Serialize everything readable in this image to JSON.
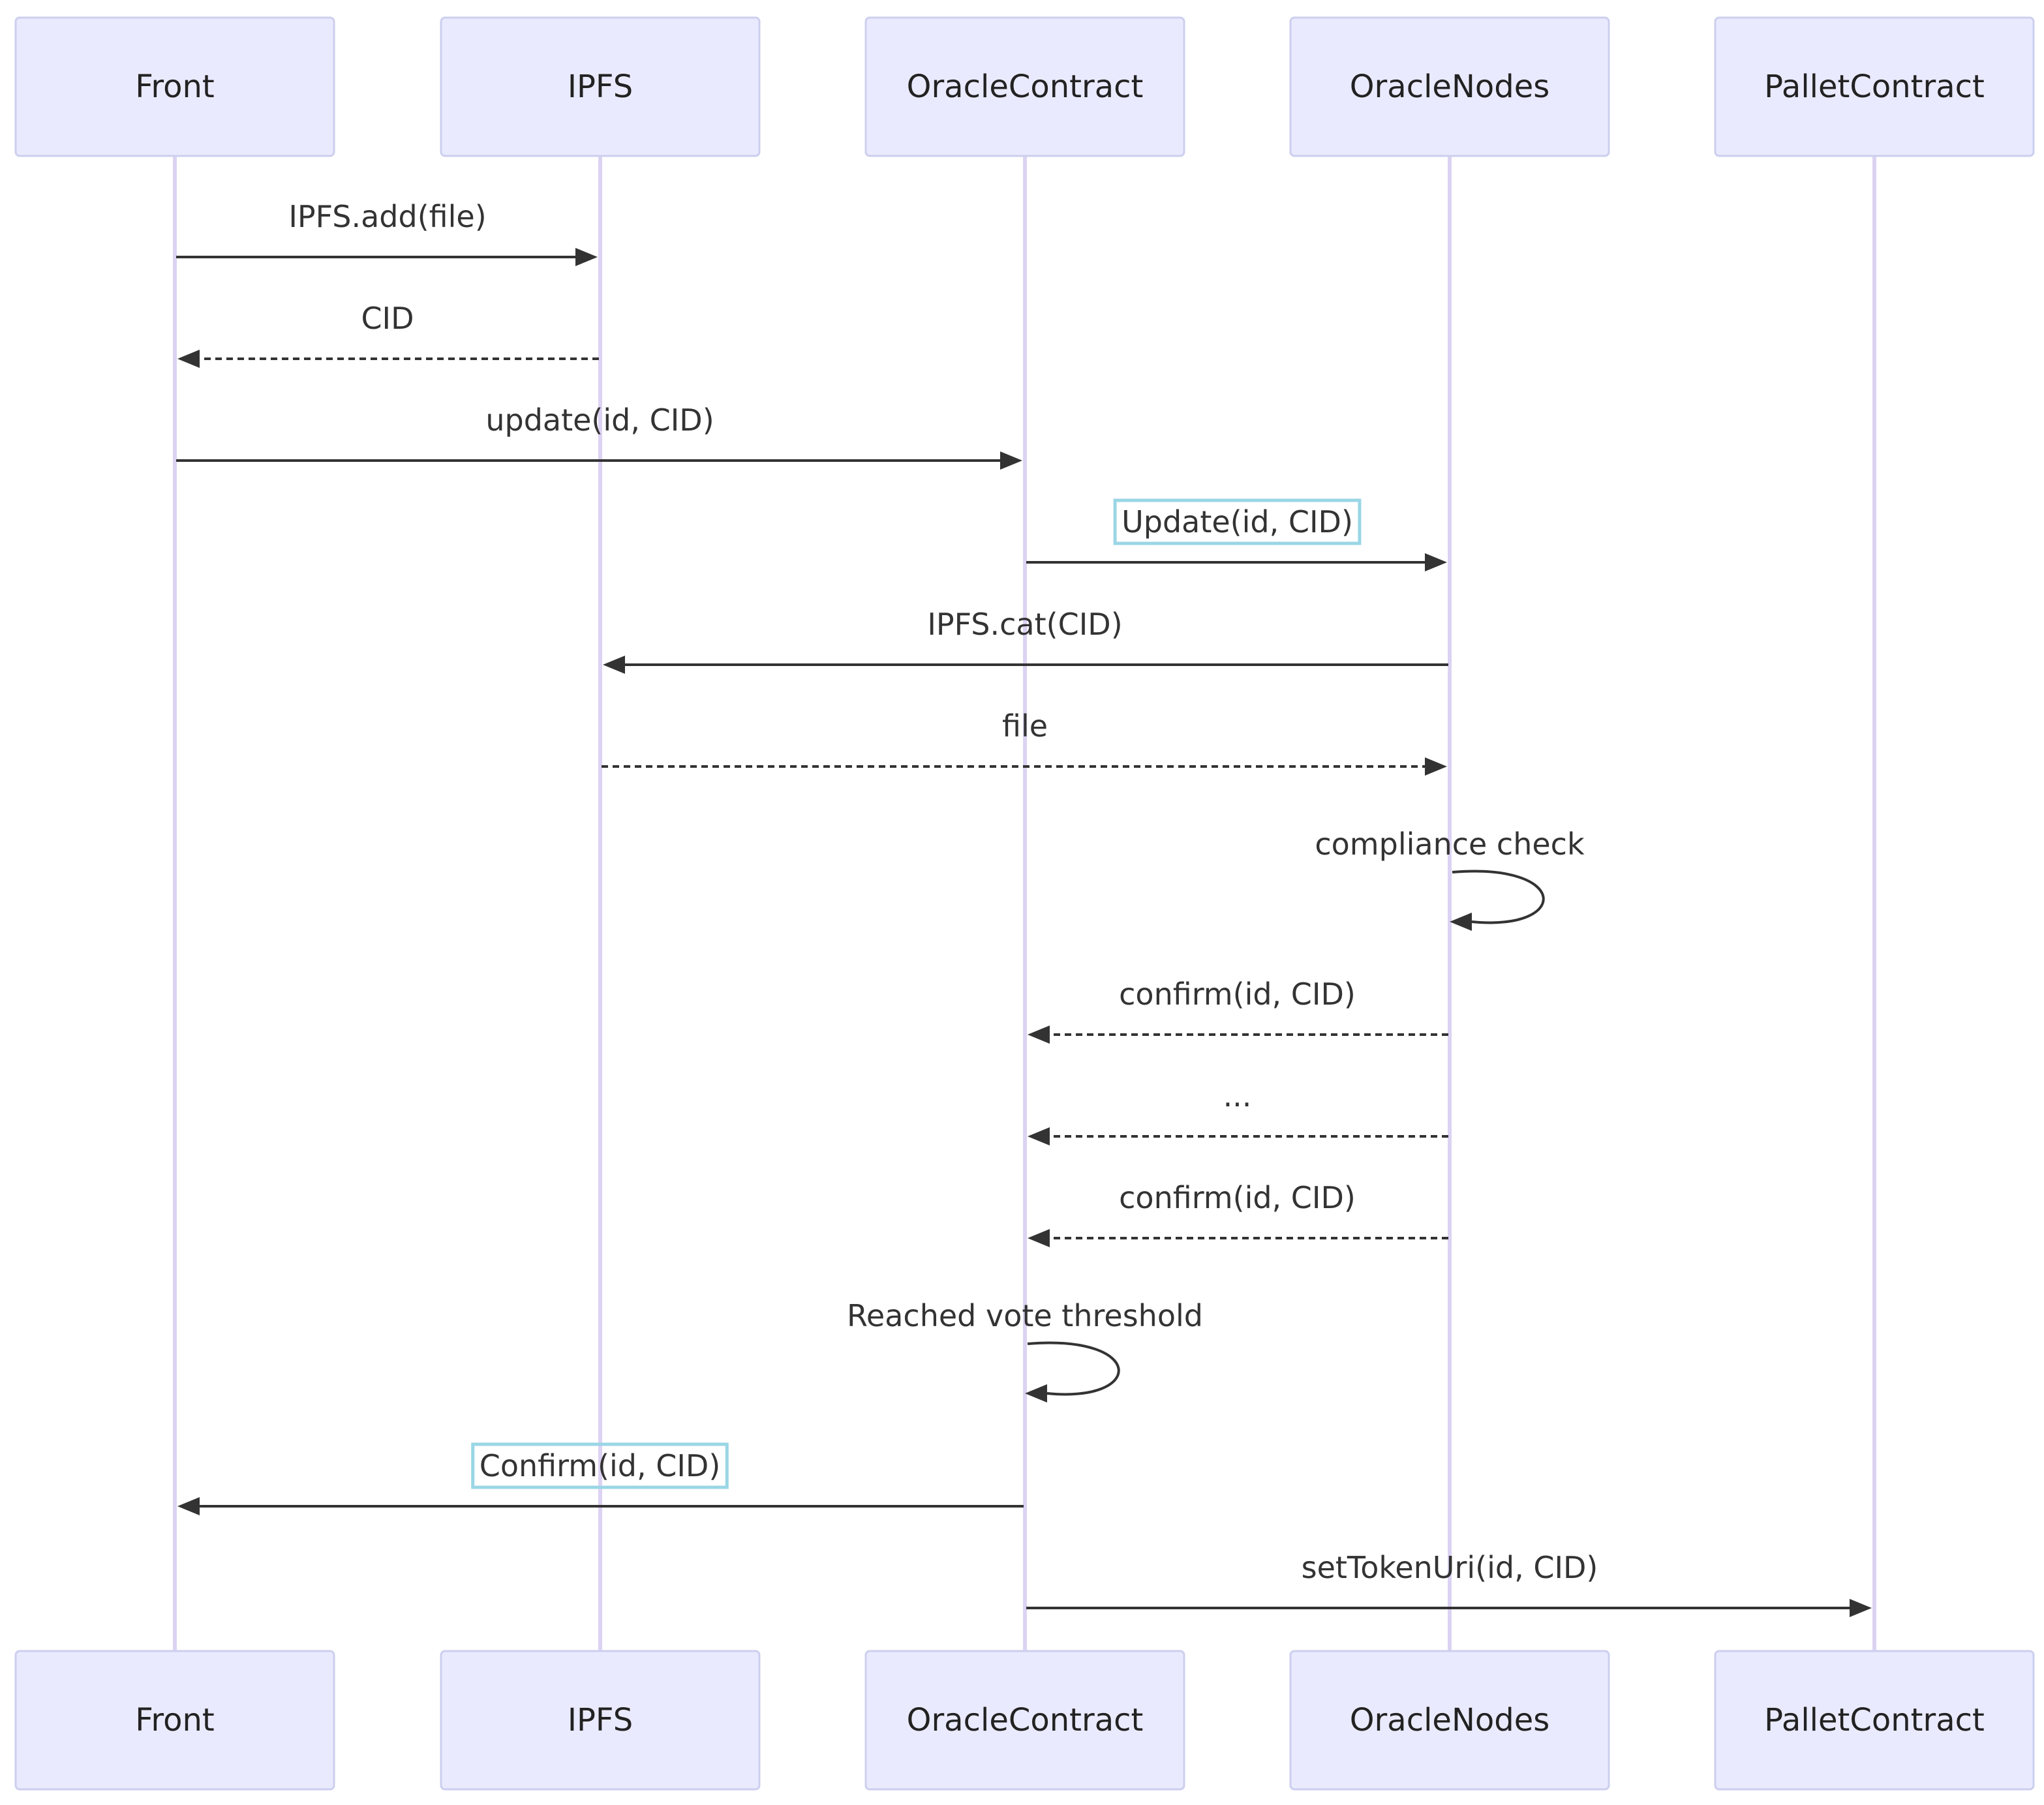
{
  "participants": [
    {
      "id": "front",
      "label": "Front"
    },
    {
      "id": "ipfs",
      "label": "IPFS"
    },
    {
      "id": "oracle_contract",
      "label": "OracleContract"
    },
    {
      "id": "oracle_nodes",
      "label": "OracleNodes"
    },
    {
      "id": "pallet_contract",
      "label": "PalletContract"
    }
  ],
  "messages": [
    {
      "from": "front",
      "to": "ipfs",
      "label": "IPFS.add(file)",
      "style": "solid",
      "framed": false
    },
    {
      "from": "ipfs",
      "to": "front",
      "label": "CID",
      "style": "dashed",
      "framed": false
    },
    {
      "from": "front",
      "to": "oracle_contract",
      "label": "update(id, CID)",
      "style": "solid",
      "framed": false
    },
    {
      "from": "oracle_contract",
      "to": "oracle_nodes",
      "label": "Update(id, CID)",
      "style": "solid",
      "framed": true
    },
    {
      "from": "oracle_nodes",
      "to": "ipfs",
      "label": "IPFS.cat(CID)",
      "style": "solid",
      "framed": false
    },
    {
      "from": "ipfs",
      "to": "oracle_nodes",
      "label": "file",
      "style": "dashed",
      "framed": false
    },
    {
      "from": "oracle_nodes",
      "to": "oracle_nodes",
      "label": "compliance check",
      "style": "solid",
      "framed": false
    },
    {
      "from": "oracle_nodes",
      "to": "oracle_contract",
      "label": "confirm(id, CID)",
      "style": "dashed",
      "framed": false
    },
    {
      "from": "oracle_nodes",
      "to": "oracle_contract",
      "label": "...",
      "style": "dashed",
      "framed": false
    },
    {
      "from": "oracle_nodes",
      "to": "oracle_contract",
      "label": "confirm(id, CID)",
      "style": "dashed",
      "framed": false
    },
    {
      "from": "oracle_contract",
      "to": "oracle_contract",
      "label": "Reached vote threshold",
      "style": "solid",
      "framed": false
    },
    {
      "from": "oracle_contract",
      "to": "front",
      "label": "Confirm(id, CID)",
      "style": "solid",
      "framed": true
    },
    {
      "from": "oracle_contract",
      "to": "pallet_contract",
      "label": "setTokenUri(id, CID)",
      "style": "solid",
      "framed": false
    }
  ],
  "colors": {
    "actor_fill": "#eaeaff",
    "actor_border": "#cccfee",
    "lifeline": "#dcd3f3",
    "message": "#333333",
    "highlight_frame": "#9ad6e6"
  }
}
